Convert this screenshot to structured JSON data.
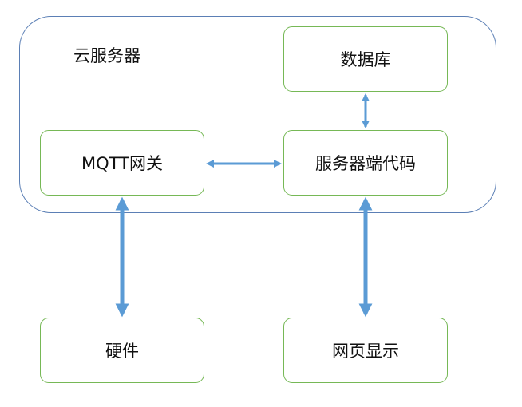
{
  "cloud": {
    "label": "云服务器"
  },
  "nodes": {
    "database": "数据库",
    "mqtt_gateway": "MQTT网关",
    "server_code": "服务器端代码",
    "hardware": "硬件",
    "web_display": "网页显示"
  },
  "colors": {
    "cloud_border": "#5b7fb5",
    "node_border": "#76b856",
    "arrow": "#5b9bd5",
    "text": "#111111"
  }
}
